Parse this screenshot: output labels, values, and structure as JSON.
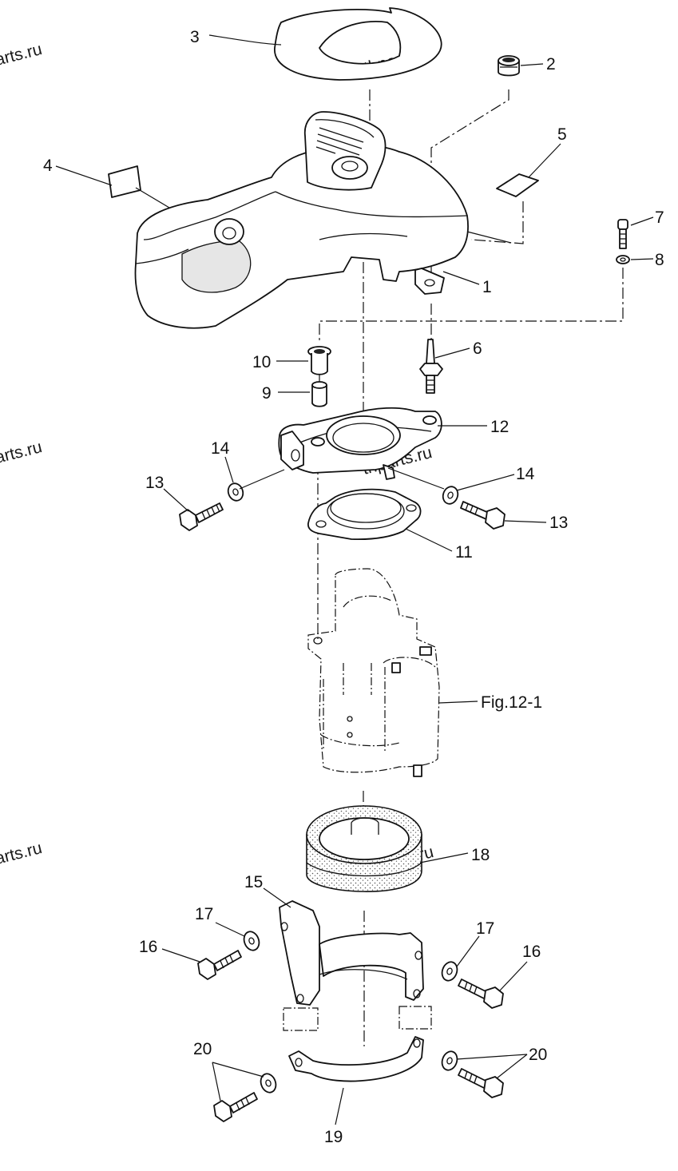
{
  "watermarks": [
    "arts.ru",
    "thparts.ru",
    "arts.ru",
    "thparts.ru",
    "arts.ru",
    "thparts.ru"
  ],
  "callouts": {
    "c1": "1",
    "c2": "2",
    "c3": "3",
    "c4": "4",
    "c5": "5",
    "c6": "6",
    "c7": "7",
    "c8": "8",
    "c9": "9",
    "c10": "10",
    "c11": "11",
    "c12": "12",
    "c13a": "13",
    "c13b": "13",
    "c14a": "14",
    "c14b": "14",
    "c15": "15",
    "c16a": "16",
    "c16b": "16",
    "c17a": "17",
    "c17b": "17",
    "c18": "18",
    "c19": "19",
    "c20a": "20",
    "c20b": "20"
  },
  "reference": "Fig.12-1"
}
